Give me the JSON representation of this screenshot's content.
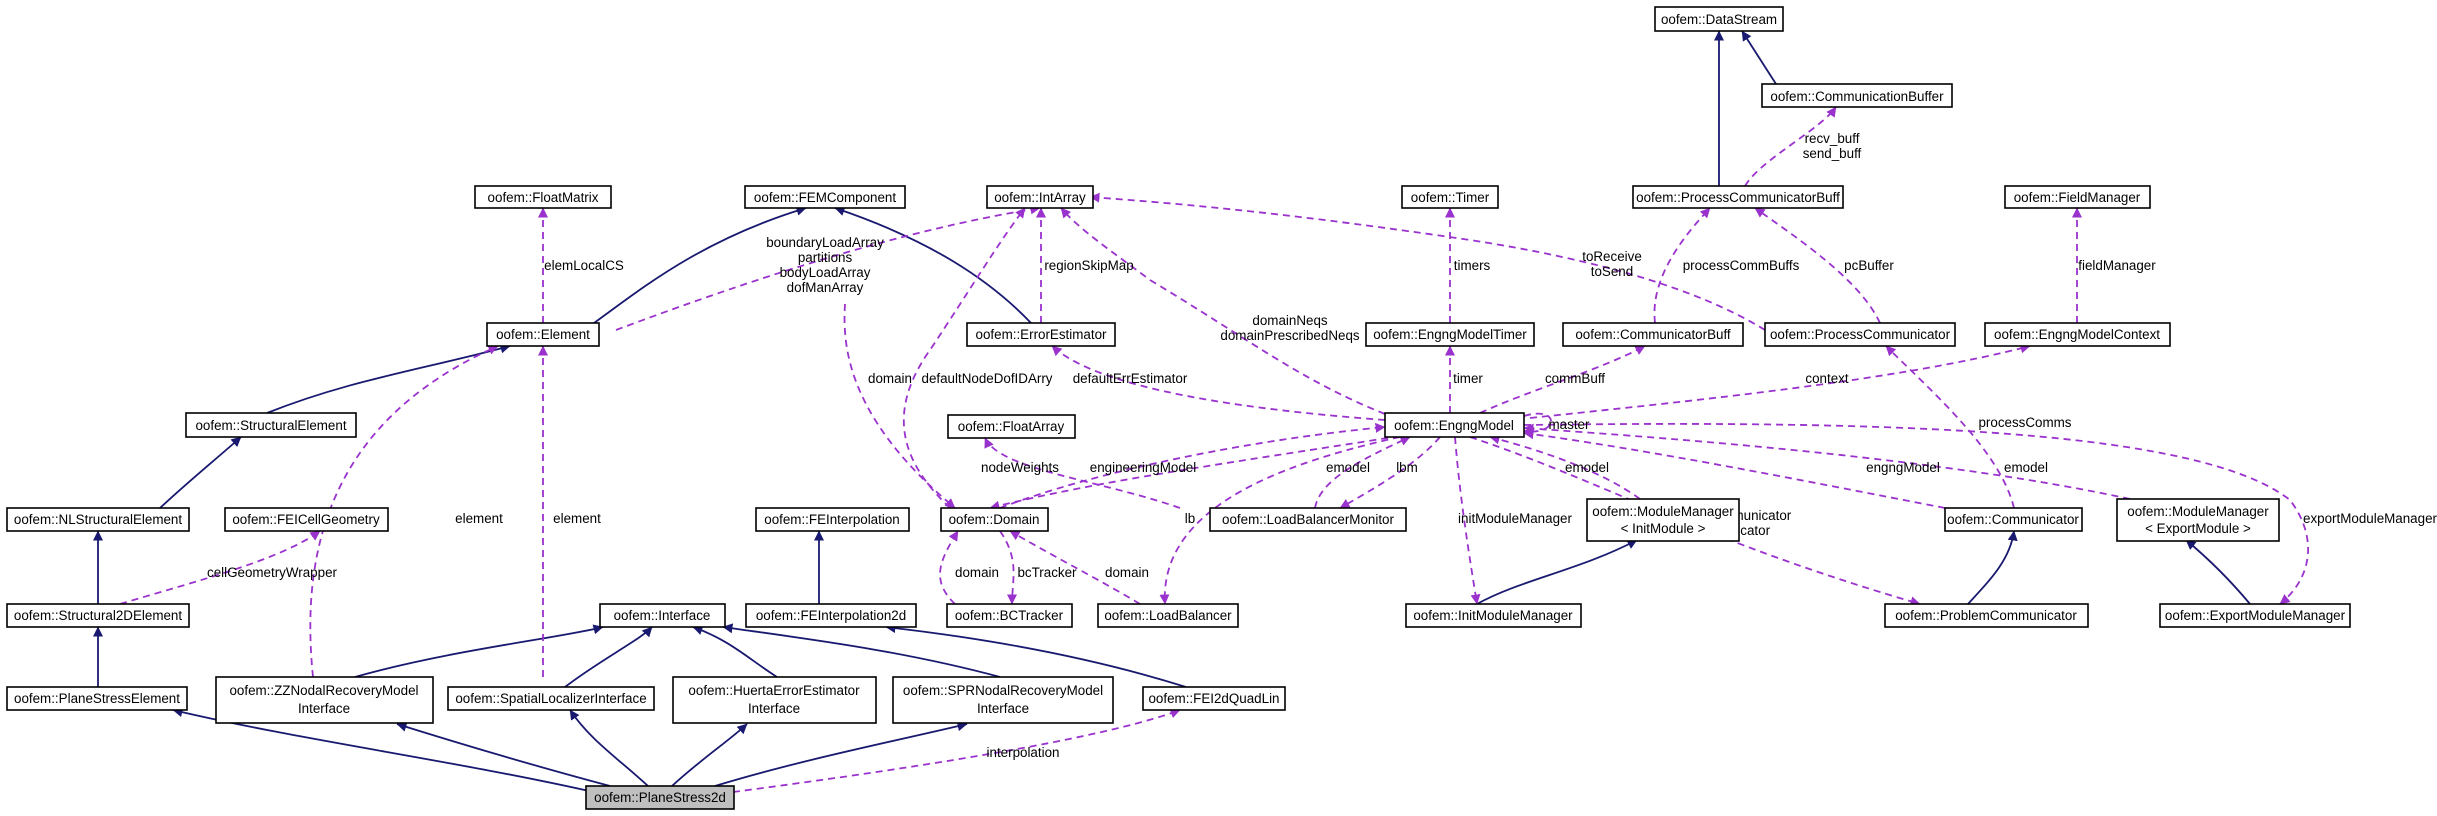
{
  "colors": {
    "inheritance": "#191970",
    "usage": "#9a32cd",
    "highlight_fill": "#bfbfbf"
  },
  "nodes": {
    "DataStream": [
      "oofem::DataStream"
    ],
    "CommunicationBuffer": [
      "oofem::CommunicationBuffer"
    ],
    "ProcessCommunicatorBuff": [
      "oofem::ProcessCommunicatorBuff"
    ],
    "FloatMatrix": [
      "oofem::FloatMatrix"
    ],
    "FEMComponent": [
      "oofem::FEMComponent"
    ],
    "IntArray": [
      "oofem::IntArray"
    ],
    "Timer": [
      "oofem::Timer"
    ],
    "FieldManager": [
      "oofem::FieldManager"
    ],
    "Element": [
      "oofem::Element"
    ],
    "ErrorEstimator": [
      "oofem::ErrorEstimator"
    ],
    "EngngModelTimer": [
      "oofem::EngngModelTimer"
    ],
    "CommunicatorBuff": [
      "oofem::CommunicatorBuff"
    ],
    "ProcessCommunicator": [
      "oofem::ProcessCommunicator"
    ],
    "EngngModelContext": [
      "oofem::EngngModelContext"
    ],
    "StructuralElement": [
      "oofem::StructuralElement"
    ],
    "FloatArray": [
      "oofem::FloatArray"
    ],
    "EngngModel": [
      "oofem::EngngModel"
    ],
    "NLStructuralElement": [
      "oofem::NLStructuralElement"
    ],
    "FEICellGeometry": [
      "oofem::FEICellGeometry"
    ],
    "FEInterpolation": [
      "oofem::FEInterpolation"
    ],
    "Domain": [
      "oofem::Domain"
    ],
    "LoadBalancerMonitor": [
      "oofem::LoadBalancerMonitor"
    ],
    "ModuleManagerInit": [
      "oofem::ModuleManager",
      "< InitModule >"
    ],
    "Communicator": [
      "oofem::Communicator"
    ],
    "ModuleManagerExport": [
      "oofem::ModuleManager",
      "< ExportModule >"
    ],
    "Structural2DElement": [
      "oofem::Structural2DElement"
    ],
    "Interface": [
      "oofem::Interface"
    ],
    "FEInterpolation2d": [
      "oofem::FEInterpolation2d"
    ],
    "BCTracker": [
      "oofem::BCTracker"
    ],
    "LoadBalancer": [
      "oofem::LoadBalancer"
    ],
    "InitModuleManager": [
      "oofem::InitModuleManager"
    ],
    "ProblemCommunicator": [
      "oofem::ProblemCommunicator"
    ],
    "ExportModuleManager": [
      "oofem::ExportModuleManager"
    ],
    "PlaneStressElement": [
      "oofem::PlaneStressElement"
    ],
    "ZZNodalRecoveryModelInterface": [
      "oofem::ZZNodalRecoveryModel",
      "Interface"
    ],
    "SpatialLocalizerInterface": [
      "oofem::SpatialLocalizerInterface"
    ],
    "HuertaErrorEstimatorInterface": [
      "oofem::HuertaErrorEstimator",
      "Interface"
    ],
    "SPRNodalRecoveryModelInterface": [
      "oofem::SPRNodalRecoveryModel",
      "Interface"
    ],
    "FEI2dQuadLin": [
      "oofem::FEI2dQuadLin"
    ],
    "PlaneStress2d": [
      "oofem::PlaneStress2d"
    ]
  },
  "edge_labels": {
    "recv_send_buff": [
      "recv_buff",
      "send_buff"
    ],
    "elemLocalCS": [
      "elemLocalCS"
    ],
    "element_arrays": [
      "boundaryLoadArray",
      "partitions",
      "bodyLoadArray",
      "dofManArray"
    ],
    "regionSkipMap": [
      "regionSkipMap"
    ],
    "timers": [
      "timers"
    ],
    "toReceive_toSend": [
      "toReceive",
      "toSend"
    ],
    "processCommBuffs": [
      "processCommBuffs"
    ],
    "pcBuffer": [
      "pcBuffer"
    ],
    "fieldManager": [
      "fieldManager"
    ],
    "domainNeqs": [
      "domainNeqs",
      "domainPrescribedNeqs"
    ],
    "timer": [
      "timer"
    ],
    "commBuff": [
      "commBuff"
    ],
    "context": [
      "context"
    ],
    "master": [
      "master"
    ],
    "defaultErrEstimator": [
      "defaultErrEstimator"
    ],
    "domain_ds": [
      "domain"
    ],
    "defaultNodeDofIDArry": [
      "defaultNodeDofIDArry"
    ],
    "nodeWeights": [
      "nodeWeights"
    ],
    "engineeringModel": [
      "engineeringModel"
    ],
    "emodel_lbm": [
      "emodel"
    ],
    "lbm": [
      "lbm"
    ],
    "lb": [
      "lb"
    ],
    "processComms": [
      "processComms"
    ],
    "emodel_mm": [
      "emodel"
    ],
    "engngModel": [
      "engngModel"
    ],
    "emodel_em": [
      "emodel"
    ],
    "exportModuleManager": [
      "exportModuleManager"
    ],
    "nonloc_communicator": [
      "nonlocCommunicator",
      "communicator"
    ],
    "initModuleManager": [
      "initModuleManager"
    ],
    "element_zz": [
      "element"
    ],
    "element_sl": [
      "element"
    ],
    "cellGeometryWrapper": [
      "cellGeometryWrapper"
    ],
    "domain_bc": [
      "domain"
    ],
    "bcTracker": [
      "bcTracker"
    ],
    "domain_lb": [
      "domain"
    ],
    "interpolation": [
      "interpolation"
    ]
  }
}
